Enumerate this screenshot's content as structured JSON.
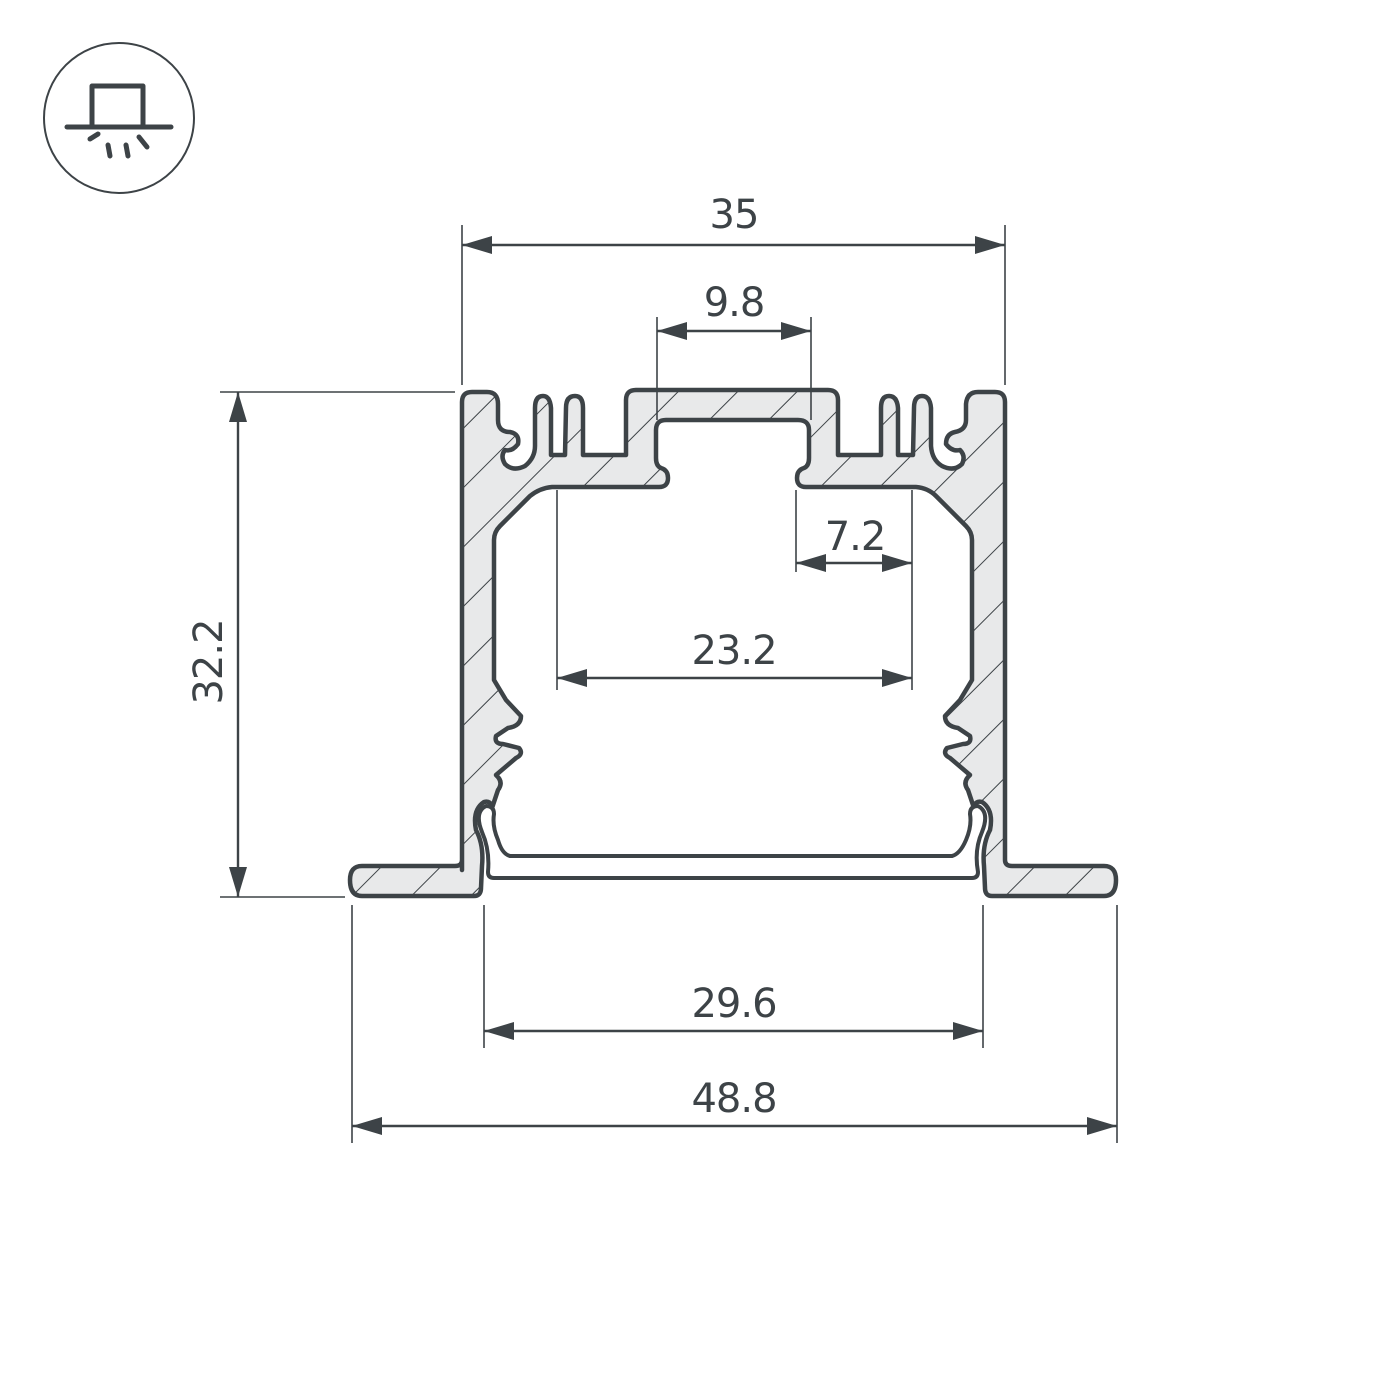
{
  "diagram": {
    "type": "technical-drawing",
    "subject": "LED aluminium profile cross-section (recessed mounting) with diffuser",
    "colors": {
      "line": "#3d4347",
      "fill": "#e8e9ea",
      "background": "#ffffff"
    },
    "mounting_icon": {
      "name": "recessed-ceiling-mount-icon",
      "description": "Lamp housing recessed above ceiling line with light rays below"
    },
    "dimensions": {
      "overall_top_width": {
        "label": "35",
        "unit": "mm",
        "orientation": "horizontal"
      },
      "top_channel_width": {
        "label": "9.8",
        "unit": "mm",
        "orientation": "horizontal"
      },
      "inner_shelf_width": {
        "label": "7.2",
        "unit": "mm",
        "orientation": "horizontal"
      },
      "inner_cavity_width": {
        "label": "23.2",
        "unit": "mm",
        "orientation": "horizontal"
      },
      "overall_height": {
        "label": "32.2",
        "unit": "mm",
        "orientation": "vertical"
      },
      "diffuser_opening_width": {
        "label": "29.6",
        "unit": "mm",
        "orientation": "horizontal"
      },
      "flange_total_width": {
        "label": "48.8",
        "unit": "mm",
        "orientation": "horizontal"
      }
    }
  }
}
